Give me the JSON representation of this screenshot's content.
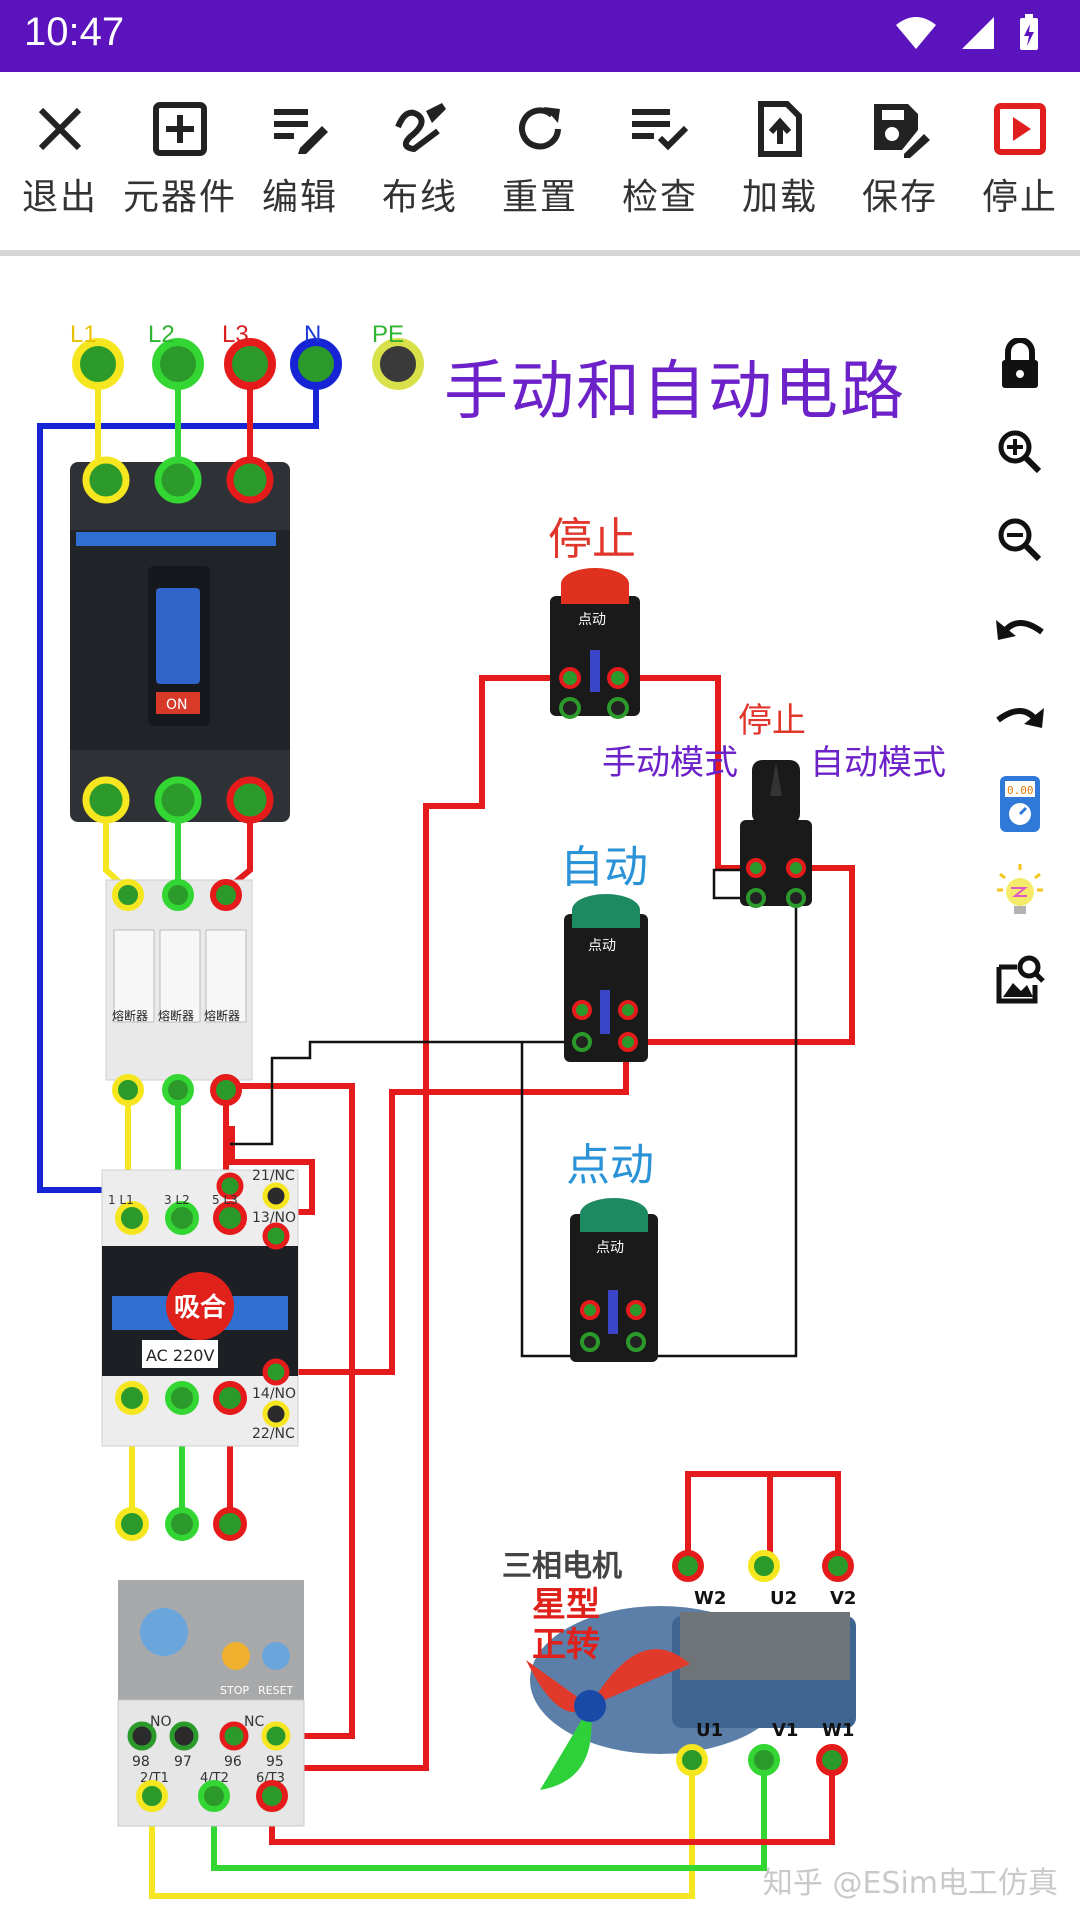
{
  "status": {
    "time": "10:47"
  },
  "toolbar": [
    {
      "id": "exit",
      "label": "退出",
      "icon": "close-icon"
    },
    {
      "id": "components",
      "label": "元器件",
      "icon": "add-box-icon"
    },
    {
      "id": "edit",
      "label": "编辑",
      "icon": "edit-list-icon"
    },
    {
      "id": "wiring",
      "label": "布线",
      "icon": "wire-pen-icon"
    },
    {
      "id": "reset",
      "label": "重置",
      "icon": "refresh-icon"
    },
    {
      "id": "check",
      "label": "检查",
      "icon": "checklist-icon"
    },
    {
      "id": "load",
      "label": "加载",
      "icon": "upload-file-icon"
    },
    {
      "id": "save",
      "label": "保存",
      "icon": "save-edit-icon"
    },
    {
      "id": "stop",
      "label": "停止",
      "icon": "stop-play-icon"
    }
  ],
  "side_tools": [
    "lock-icon",
    "zoom-in-icon",
    "zoom-out-icon",
    "undo-icon",
    "redo-icon",
    "multimeter-icon",
    "bulb-icon",
    "image-search-icon"
  ],
  "circuit": {
    "title": "手动和自动电路",
    "terminals": [
      "L1",
      "L2",
      "L3",
      "N",
      "PE"
    ],
    "stop_label": "停止",
    "stop2_label": "停止",
    "manual_mode": "手动模式",
    "auto_mode": "自动模式",
    "auto_label": "自动",
    "jog_label": "点动",
    "button_text": "点动",
    "breaker_on": "ON",
    "fuse_label": "熔断器",
    "contactor_state": "吸合",
    "contactor_coil": "AC 220V",
    "contacts": [
      "21/NC",
      "13/NO",
      "14/NO",
      "22/NC"
    ],
    "contactor_pins_top": [
      "1 L1",
      "3 L2",
      "5 L3"
    ],
    "relay_labels": [
      "NO",
      "NC",
      "98",
      "97",
      "96",
      "95",
      "2/T1",
      "4/T2",
      "6/T3",
      "STOP",
      "RESET"
    ],
    "motor_title": "三相电机",
    "motor_type": "星型",
    "motor_dir": "正转",
    "motor_pins": [
      "W2",
      "U2",
      "V2",
      "U1",
      "V1",
      "W1"
    ]
  },
  "colors": {
    "statusbar": "#5b13bd",
    "yellow_wire": "#f5e620",
    "green_wire": "#33d633",
    "red_wire": "#e51b1b",
    "blue_wire": "#1624d6",
    "black_wire": "#111111"
  },
  "watermark": "知乎 @ESim电工仿真"
}
